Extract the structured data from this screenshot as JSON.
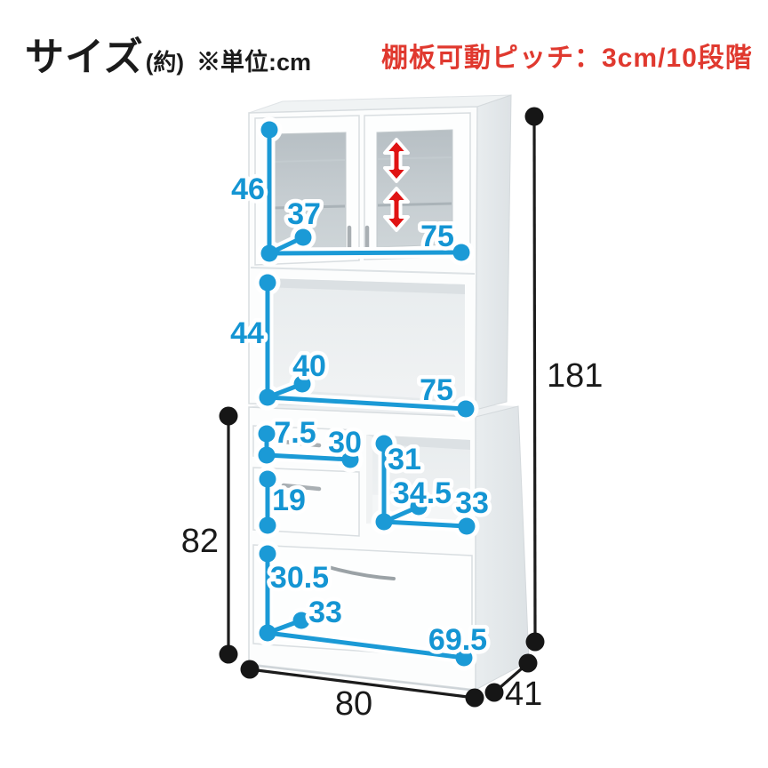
{
  "header": {
    "title": "サイズ",
    "title_paren": "(約)",
    "unit_note": "※単位:cm",
    "shelf_pitch_note": "棚板可動ピッチ：3cm/10段階"
  },
  "colors": {
    "dimension_blue": "#1b9ad6",
    "alert_red": "#e0392f",
    "measure_black": "#1a1a1a"
  },
  "dims": {
    "upper": {
      "height": "46",
      "shelf_depth": "37",
      "width": "75"
    },
    "open_shelf": {
      "height": "44",
      "depth": "40",
      "width": "75"
    },
    "small_drawer": {
      "height": "7.5",
      "width": "30"
    },
    "middle_drawer": {
      "height": "19"
    },
    "side_cubby": {
      "height": "31",
      "depth": "34.5",
      "width": "33"
    },
    "bottom_drawer": {
      "height": "30.5",
      "depth": "33",
      "width": "69.5"
    },
    "overall": {
      "height": "181",
      "lower_height": "82",
      "width": "80",
      "depth": "41"
    }
  }
}
